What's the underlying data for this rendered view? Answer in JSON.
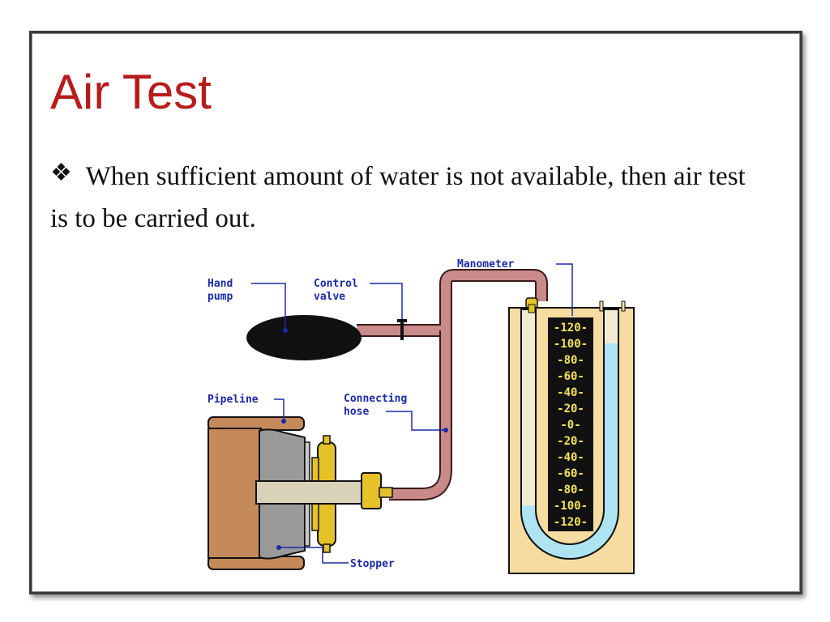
{
  "slide": {
    "title": "Air Test",
    "bullet_icon": "four-diamond-star-icon",
    "bullet_text": "When sufficient amount of water is not available, then air test is to be carried out."
  },
  "diagram": {
    "labels": {
      "hand_pump_line1": "Hand",
      "hand_pump_line2": "pump",
      "control_valve_line1": "Control",
      "control_valve_line2": "valve",
      "manometer": "Manometer",
      "pipeline": "Pipeline",
      "connecting_hose_line1": "Connecting",
      "connecting_hose_line2": "hose",
      "stopper": "Stopper"
    },
    "scale": [
      "120",
      "100",
      "80",
      "60",
      "40",
      "20",
      "0",
      "20",
      "40",
      "60",
      "80",
      "100",
      "120"
    ],
    "colors": {
      "hose": "#c98a8a",
      "pipeline": "#c48a5a",
      "stopper": "#9a9a9a",
      "clamp": "#e6c229",
      "water": "#aee3f2",
      "manometer_frame": "#f6dca0",
      "label": "#1a2aa8"
    }
  }
}
